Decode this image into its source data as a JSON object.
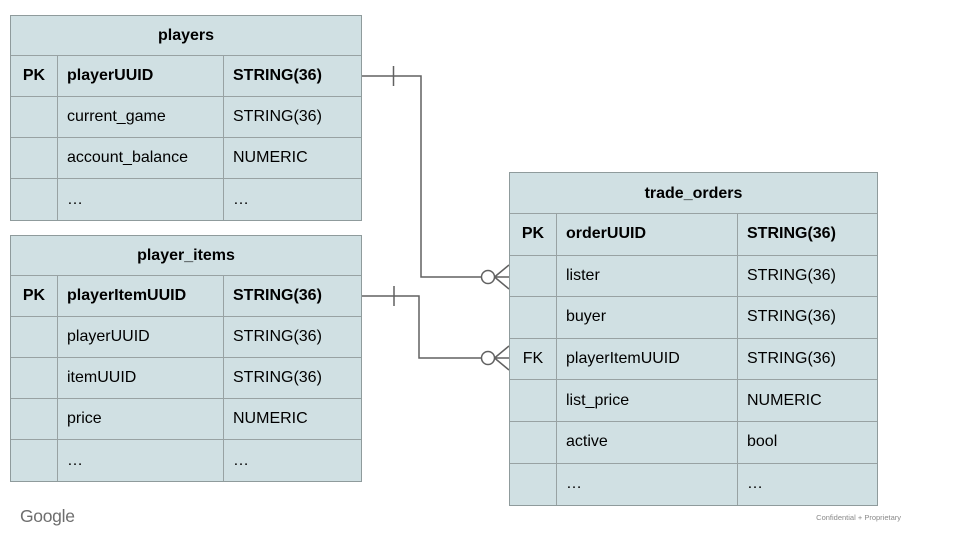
{
  "slide": {
    "footer_logo": "Google",
    "footer_note": "Confidential + Proprietary"
  },
  "colors": {
    "cell_fill": "#d0e0e3",
    "table_border": "#98a2a3",
    "connector": "#616161",
    "text": "#000000",
    "logo_gray": "#6e6e6e",
    "note_gray": "#8a8a8a",
    "background": "#ffffff"
  },
  "diagram": {
    "tables": [
      {
        "id": "players",
        "title": "players",
        "rows": [
          {
            "key": "PK",
            "name": "playerUUID",
            "type": "STRING(36)",
            "bold": true
          },
          {
            "key": "",
            "name": "current_game",
            "type": "STRING(36)",
            "bold": false
          },
          {
            "key": "",
            "name": "account_balance",
            "type": "NUMERIC",
            "bold": false
          },
          {
            "key": "",
            "name": "…",
            "type": "…",
            "bold": false
          }
        ]
      },
      {
        "id": "player_items",
        "title": "player_items",
        "rows": [
          {
            "key": "PK",
            "name": "playerItemUUID",
            "type": "STRING(36)",
            "bold": true
          },
          {
            "key": "",
            "name": "playerUUID",
            "type": "STRING(36)",
            "bold": false
          },
          {
            "key": "",
            "name": "itemUUID",
            "type": "STRING(36)",
            "bold": false
          },
          {
            "key": "",
            "name": "price",
            "type": "NUMERIC",
            "bold": false
          },
          {
            "key": "",
            "name": "…",
            "type": "…",
            "bold": false
          }
        ]
      },
      {
        "id": "trade_orders",
        "title": "trade_orders",
        "rows": [
          {
            "key": "PK",
            "name": "orderUUID",
            "type": "STRING(36)",
            "bold": true
          },
          {
            "key": "",
            "name": "lister",
            "type": "STRING(36)",
            "bold": false
          },
          {
            "key": "",
            "name": "buyer",
            "type": "STRING(36)",
            "bold": false
          },
          {
            "key": "FK",
            "name": "playerItemUUID",
            "type": "STRING(36)",
            "bold": false
          },
          {
            "key": "",
            "name": "list_price",
            "type": "NUMERIC",
            "bold": false
          },
          {
            "key": "",
            "name": "active",
            "type": "bool",
            "bold": false
          },
          {
            "key": "",
            "name": "…",
            "type": "…",
            "bold": false
          }
        ]
      }
    ],
    "relationships": [
      {
        "from": "players.playerUUID",
        "to": "trade_orders",
        "from_cardinality": "one (tick)",
        "to_cardinality": "zero-or-many (circle + crow's foot)"
      },
      {
        "from": "player_items.playerItemUUID",
        "to": "trade_orders.playerItemUUID",
        "from_cardinality": "one (tick)",
        "to_cardinality": "zero-or-many (circle + crow's foot)"
      }
    ]
  }
}
